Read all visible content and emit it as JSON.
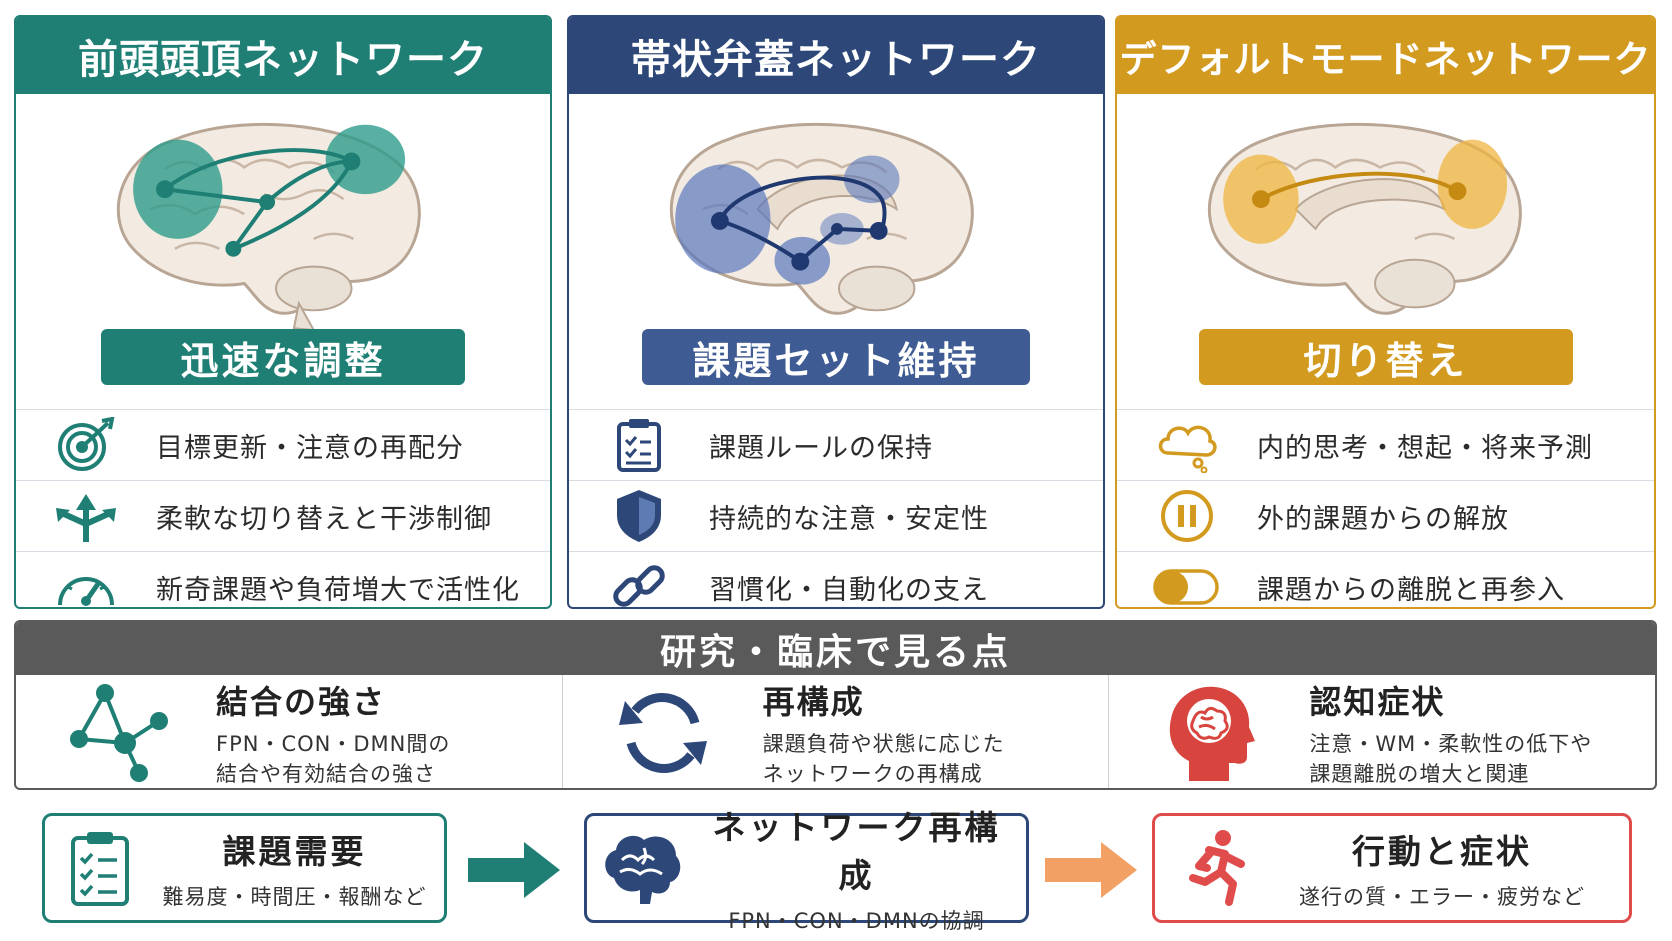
{
  "panels": [
    {
      "title": "前頭頭頂ネットワーク",
      "pill": "迅速な調整",
      "color": "#1f7f75",
      "items": [
        {
          "icon": "target-icon",
          "text": "目標更新・注意の再配分"
        },
        {
          "icon": "split-arrows-icon",
          "text": "柔軟な切り替えと干渉制御"
        },
        {
          "icon": "speedometer-icon",
          "text": "新奇課題や負荷増大で活性化"
        }
      ]
    },
    {
      "title": "帯状弁蓋ネットワーク",
      "pill": "課題セット維持",
      "color": "#2d4878",
      "items": [
        {
          "icon": "clipboard-icon",
          "text": "課題ルールの保持"
        },
        {
          "icon": "shield-icon",
          "text": "持続的な注意・安定性"
        },
        {
          "icon": "link-icon",
          "text": "習慣化・自動化の支え"
        }
      ]
    },
    {
      "title": "デフォルトモードネットワーク",
      "pill": "切り替え",
      "color": "#d39a20",
      "items": [
        {
          "icon": "thought-cloud-icon",
          "text": "内的思考・想起・将来予測"
        },
        {
          "icon": "pause-icon",
          "text": "外的課題からの解放"
        },
        {
          "icon": "toggle-icon",
          "text": "課題からの離脱と再参入"
        }
      ]
    }
  ],
  "research": {
    "title": "研究・臨床で見る点",
    "cols": [
      {
        "icon": "network-graph-icon",
        "title": "結合の強さ",
        "line1": "FPN・CON・DMN間の",
        "line2": "結合や有効結合の強さ"
      },
      {
        "icon": "refresh-cycle-icon",
        "title": "再構成",
        "line1": "課題負荷や状態に応じた",
        "line2": "ネットワークの再構成"
      },
      {
        "icon": "head-brain-icon",
        "title": "認知症状",
        "line1": "注意・WM・柔軟性の低下や",
        "line2": "課題離脱の増大と関連"
      }
    ]
  },
  "flow": [
    {
      "icon": "checklist-icon",
      "title": "課題需要",
      "sub": "難易度・時間圧・報酬など"
    },
    {
      "icon": "brain-icon",
      "title": "ネットワーク再構成",
      "sub": "FPN・CON・DMNの協調"
    },
    {
      "icon": "running-person-icon",
      "title": "行動と症状",
      "sub": "遂行の質・エラー・疲労など"
    }
  ]
}
